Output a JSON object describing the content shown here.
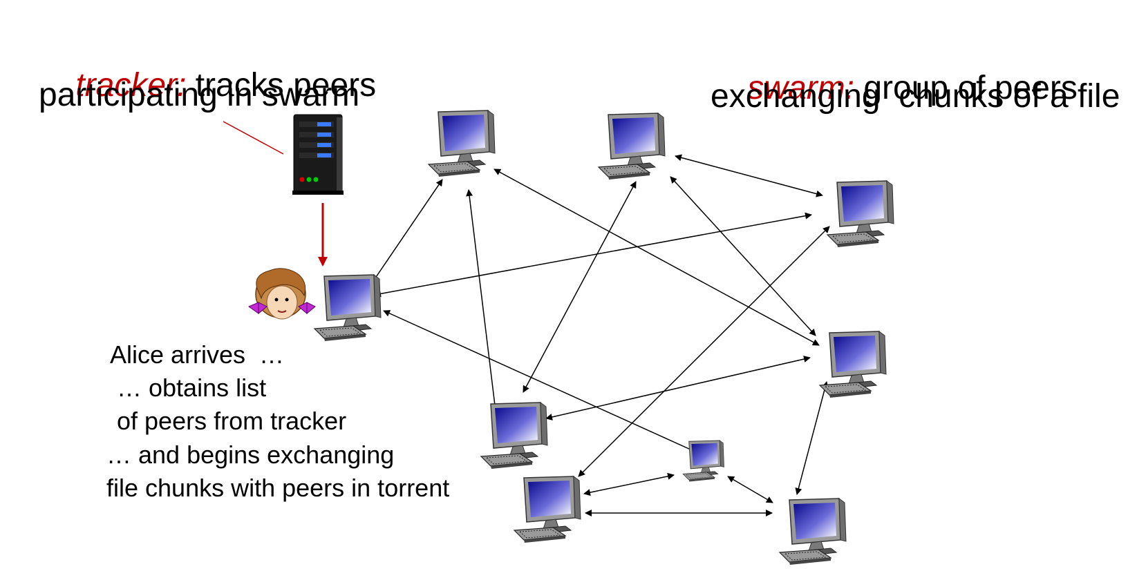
{
  "tracker_caption": {
    "term": "tracker:",
    "rest": " tracks peers",
    "line2": "participating in swarm"
  },
  "swarm_caption": {
    "term": "swarm:",
    "rest": " group of peers",
    "line2": "exchanging  chunks of a file"
  },
  "alice_caption": [
    "Alice arrives  …",
    " … obtains list",
    " of peers from tracker",
    "… and begins exchanging",
    "file chunks with peers in torrent"
  ],
  "colors": {
    "accent": "#c00000",
    "tracker_arrow": "#c00000",
    "screen_dark": "#0a0a8c",
    "screen_light": "#ffffff",
    "body_gray": "#8c8c8c"
  },
  "icons": {
    "server": "server-icon",
    "alice": "alice-avatar-icon",
    "peer": "computer-icon"
  }
}
